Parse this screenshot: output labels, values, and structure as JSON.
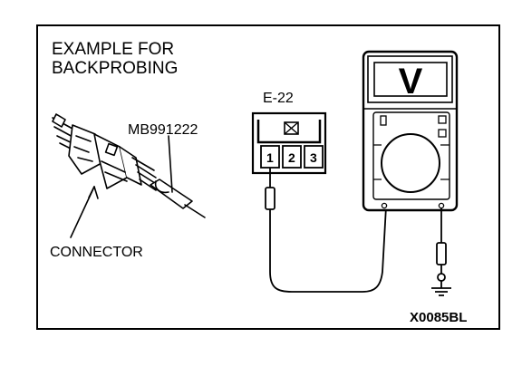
{
  "title_line1": "EXAMPLE FOR",
  "title_line2": "BACKPROBING",
  "tool_label": "MB991222",
  "connector_label": "CONNECTOR",
  "connector_id": "E-22",
  "pins": [
    "1",
    "2",
    "3"
  ],
  "figure_code": "X0085BL",
  "meter_display_symbol": "V"
}
